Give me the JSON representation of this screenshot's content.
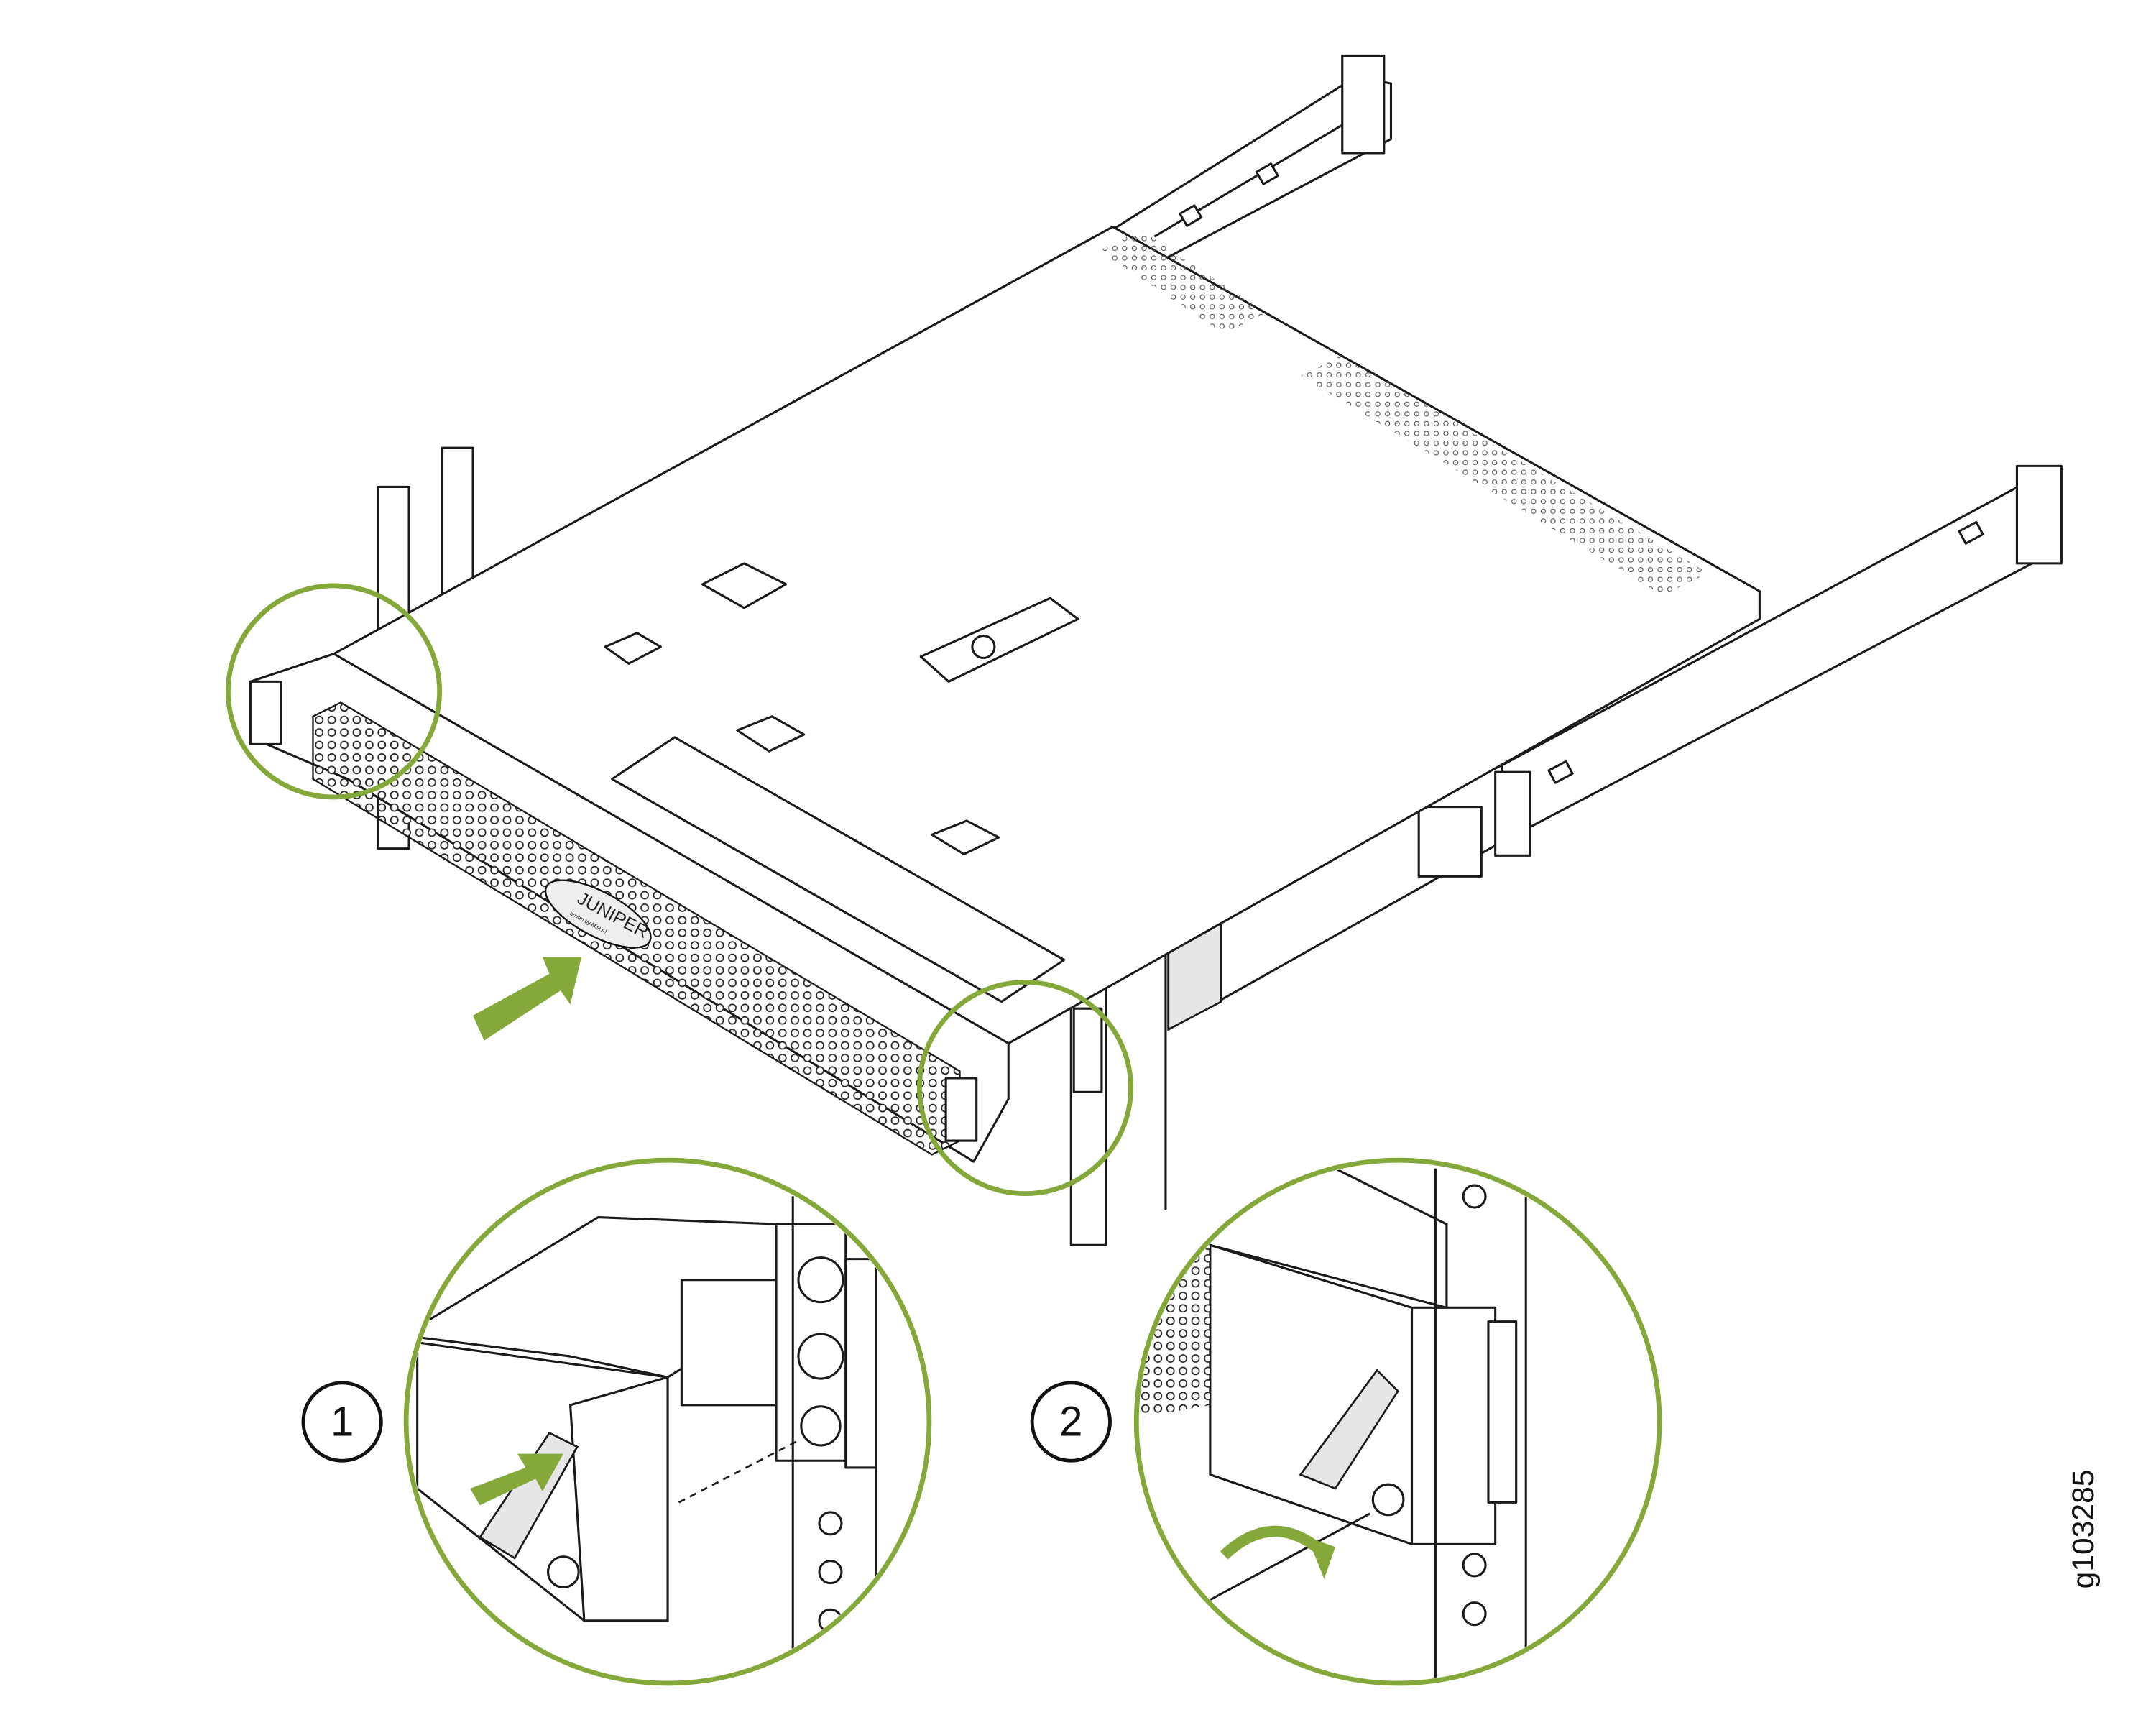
{
  "diagram": {
    "figure_id": "g103285",
    "steps": [
      {
        "number": "1"
      },
      {
        "number": "2"
      }
    ],
    "logo": {
      "brand": "JUNIPER",
      "tagline": "driven by Mist AI"
    },
    "colors": {
      "accent": "#84a83a",
      "line": "#1a1a1a",
      "fill": "#e6e6e6"
    }
  }
}
